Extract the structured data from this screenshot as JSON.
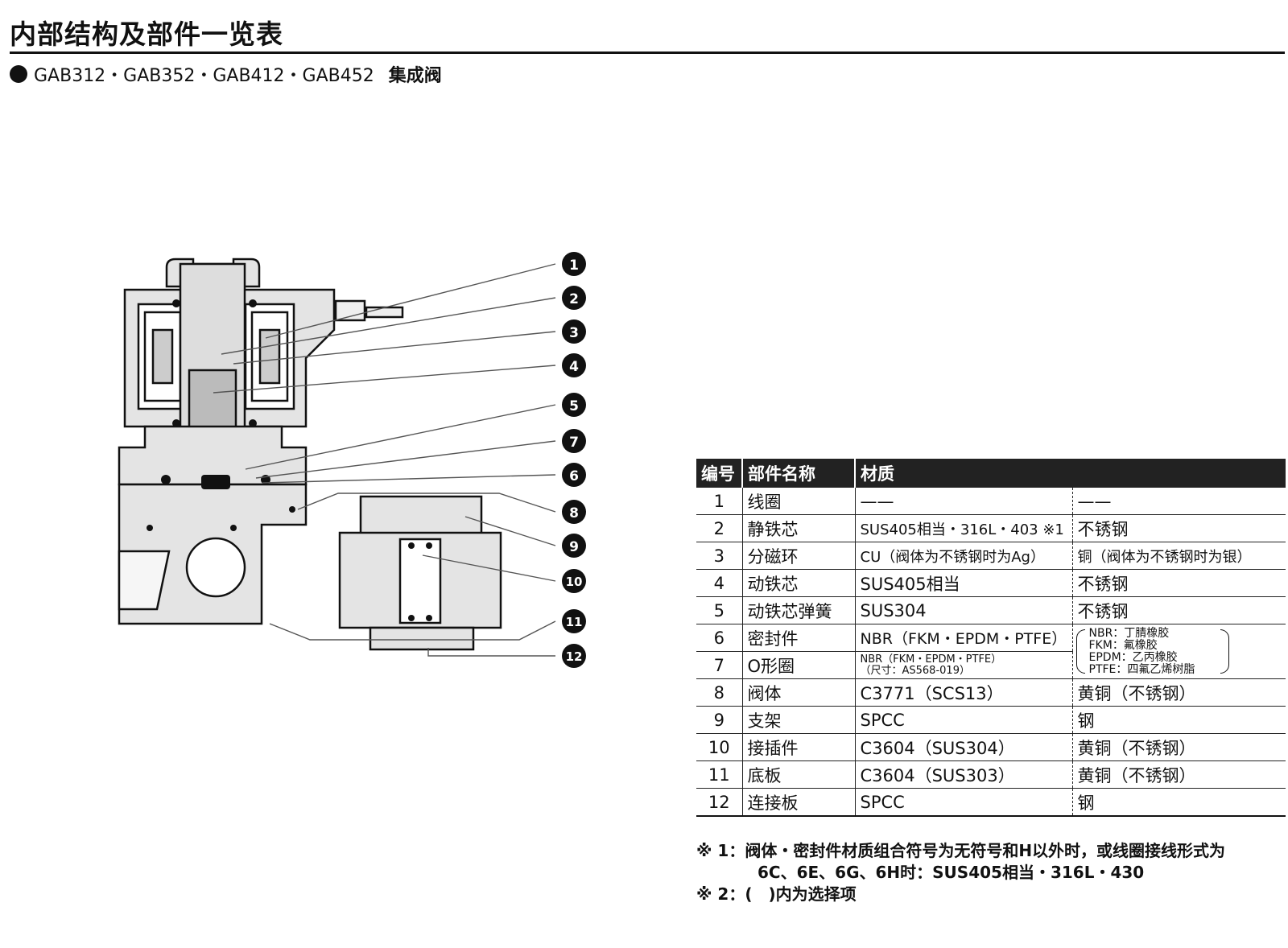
{
  "page": {
    "title": "内部结构及部件一览表",
    "subtitle_models": "GAB312・GAB352・GAB412・GAB452",
    "subtitle_suffix": "集成阀"
  },
  "diagram": {
    "callouts": [
      "1",
      "2",
      "3",
      "4",
      "5",
      "7",
      "6",
      "8",
      "9",
      "10",
      "11",
      "12"
    ]
  },
  "table": {
    "headers": [
      "编号",
      "部件名称",
      "材质"
    ],
    "rows": [
      {
        "no": "1",
        "name": "线圈",
        "mat1": "——",
        "mat2": "——"
      },
      {
        "no": "2",
        "name": "静铁芯",
        "mat1": "SUS405相当・316L・403 ※1",
        "mat2": "不锈钢"
      },
      {
        "no": "3",
        "name": "分磁环",
        "mat1": "CU（阀体为不锈钢时为Ag）",
        "mat2": "铜（阀体为不锈钢时为银）"
      },
      {
        "no": "4",
        "name": "动铁芯",
        "mat1": "SUS405相当",
        "mat2": "不锈钢"
      },
      {
        "no": "5",
        "name": "动铁芯弹簧",
        "mat1": "SUS304",
        "mat2": "不锈钢"
      },
      {
        "no": "6",
        "name": "密封件",
        "mat1": "NBR（FKM・EPDM・PTFE）"
      },
      {
        "no": "7",
        "name": "O形圈",
        "mat1_line1": "NBR（FKM・EPDM・PTFE）",
        "mat1_line2": "（尺寸：AS568-019）"
      },
      {
        "no": "8",
        "name": "阀体",
        "mat1": "C3771（SCS13）",
        "mat2": "黄铜（不锈钢）"
      },
      {
        "no": "9",
        "name": "支架",
        "mat1": "SPCC",
        "mat2": "钢"
      },
      {
        "no": "10",
        "name": "接插件",
        "mat1": "C3604（SUS304）",
        "mat2": "黄铜（不锈钢）"
      },
      {
        "no": "11",
        "name": "底板",
        "mat1": "C3604（SUS303）",
        "mat2": "黄铜（不锈钢）"
      },
      {
        "no": "12",
        "name": "连接板",
        "mat1": "SPCC",
        "mat2": "钢"
      }
    ],
    "seal_legend": [
      "NBR：丁腈橡胶",
      "FKM：氟橡胶",
      "EPDM：乙丙橡胶",
      "PTFE：四氟乙烯树脂"
    ]
  },
  "notes": {
    "note1_line1": "※ 1：阀体・密封件材质组合符号为无符号和H以外时，或线圈接线形式为",
    "note1_line2": "6C、6E、6G、6H时：SUS405相当・316L・430",
    "note2": "※ 2：(　)内为选择项"
  }
}
